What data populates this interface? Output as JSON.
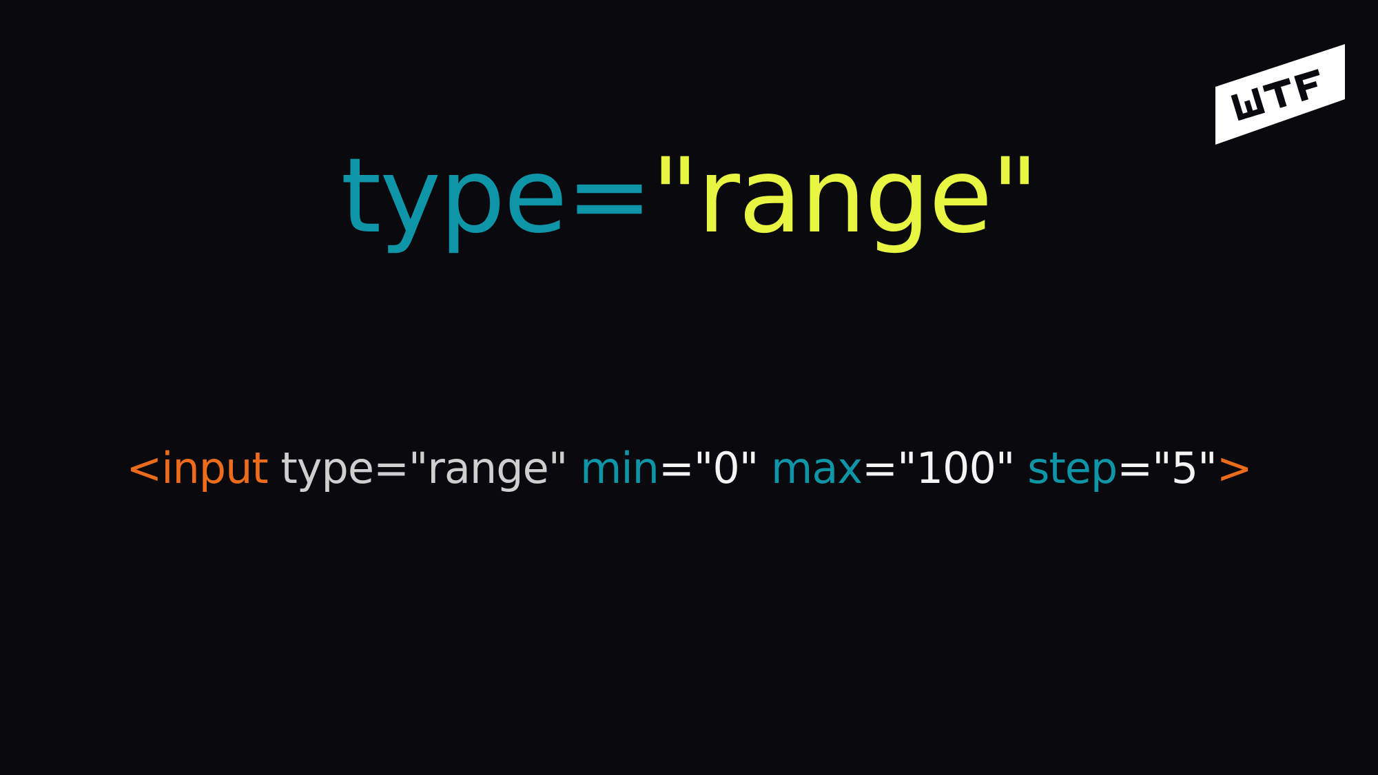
{
  "title": {
    "attr": "type=",
    "value": "\"range\""
  },
  "code": {
    "tag_open": "<input",
    "type_attr": "type=\"range\"",
    "min_name": "min",
    "min_eq_value": "=\"0\"",
    "max_name": "max",
    "max_eq_value": "=\"100\"",
    "step_name": "step",
    "step_eq_value": "=\"5\"",
    "tag_close": ">"
  },
  "logo": {
    "text": "WTF",
    "icon": "wtf-logo-icon"
  },
  "colors": {
    "background": "#0a090d",
    "attribute": "#0e95a8",
    "string": "#e8f542",
    "tag": "#ec6c1c",
    "plain": "#cfcfcf",
    "value": "#f4f4f4"
  }
}
